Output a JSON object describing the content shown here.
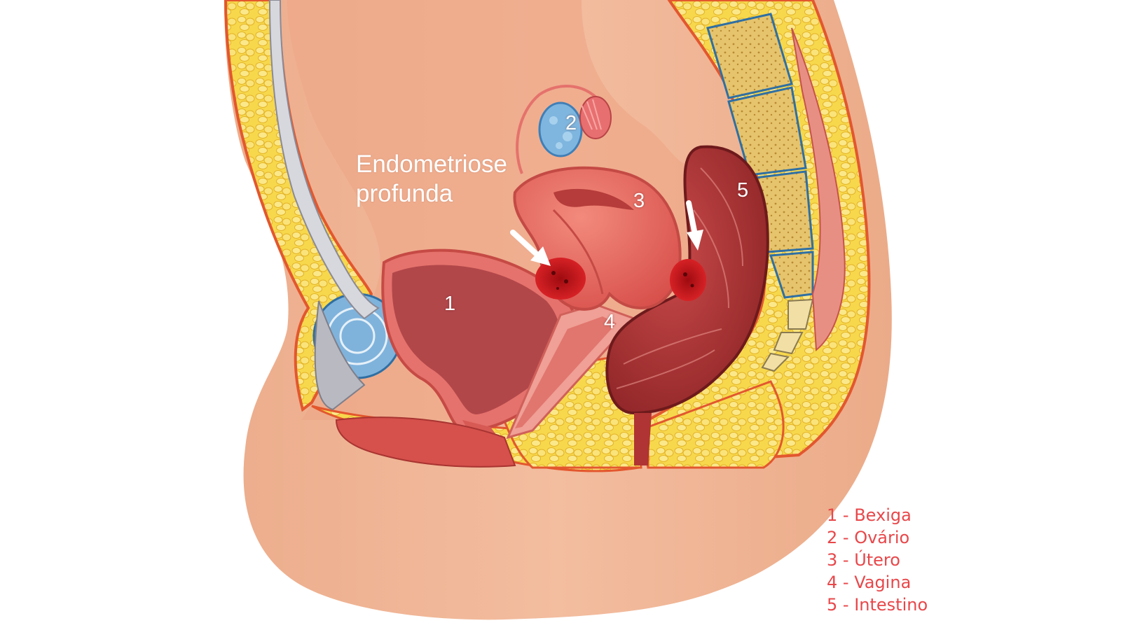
{
  "title_lines": [
    "Endometriose",
    "profunda"
  ],
  "labels": [
    {
      "number": "1",
      "name": "Bexiga"
    },
    {
      "number": "2",
      "name": "Ovário"
    },
    {
      "number": "3",
      "name": "Útero"
    },
    {
      "number": "4",
      "name": "Vagina"
    },
    {
      "number": "5",
      "name": "Intestino"
    }
  ],
  "legend": [
    "1 - Bexiga",
    "2 - Ovário",
    "3 - Útero",
    "4 - Vagina",
    "5 - Intestino"
  ],
  "colors": {
    "skin": "#f1b595",
    "fat": "#f6d54a",
    "fat_outline": "#e3572e",
    "muscle": "#d84a48",
    "muscle_dark": "#9f2324",
    "ovary": "#7fb6df",
    "lesion": "#d9171c",
    "bone": "#d9b15a",
    "legend_text": "#e8474a"
  },
  "icons": [
    "arrow-left-lesion-icon",
    "arrow-right-lesion-icon"
  ]
}
